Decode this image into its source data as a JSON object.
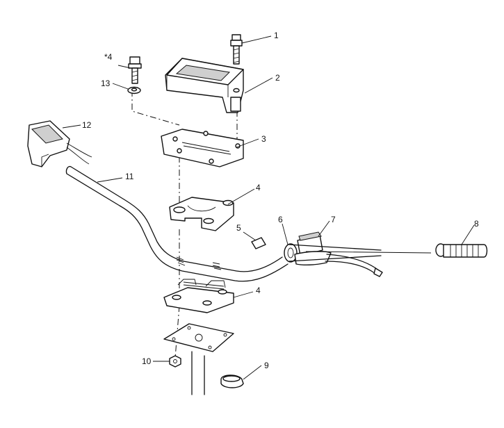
{
  "callouts": [
    {
      "id": "c1",
      "text": "1"
    },
    {
      "id": "c2",
      "text": "2"
    },
    {
      "id": "c3",
      "text": "3"
    },
    {
      "id": "c4a",
      "text": "*4"
    },
    {
      "id": "c4b",
      "text": "4"
    },
    {
      "id": "c4c",
      "text": "4"
    },
    {
      "id": "c5",
      "text": "5"
    },
    {
      "id": "c6",
      "text": "6"
    },
    {
      "id": "c7",
      "text": "7"
    },
    {
      "id": "c8",
      "text": "8"
    },
    {
      "id": "c9",
      "text": "9"
    },
    {
      "id": "c10",
      "text": "10"
    },
    {
      "id": "c11",
      "text": "11"
    },
    {
      "id": "c12",
      "text": "12"
    },
    {
      "id": "c13",
      "text": "13"
    }
  ]
}
